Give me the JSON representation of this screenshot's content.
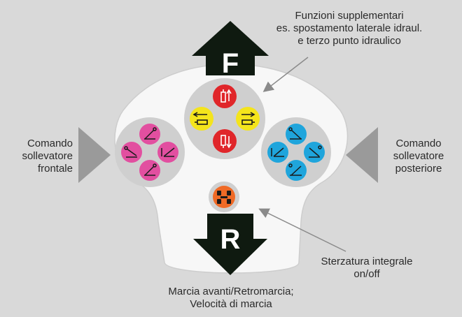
{
  "labels": {
    "front_hitch": [
      "Comando",
      "sollevatore",
      "frontale"
    ],
    "rear_hitch": [
      "Comando",
      "sollevatore",
      "posteriore"
    ],
    "auxiliary": [
      "Funzioni supplementari",
      "es. spostamento laterale idraul.",
      "e terzo punto idraulico"
    ],
    "all_wheel_steering": [
      "Sterzatura integrale",
      "on/off"
    ],
    "direction": [
      "Marcia avanti/Retromarcia;",
      "Velocità di marcia"
    ]
  },
  "arrows": {
    "forward_letter": "F",
    "reverse_letter": "R"
  },
  "colors": {
    "background": "#d9d9d9",
    "panel": "#f7f7f7",
    "pad": "#cfcfcf",
    "arrow": "#0f1a10",
    "hydraulic_red": "#e0262a",
    "hydraulic_yellow": "#f4e41c",
    "front_magenta": "#e24fa0",
    "rear_cyan": "#1fa5dc",
    "steering_orange": "#f06a26",
    "side_triangle": "#9a9a9a"
  },
  "icons": {
    "top_buttons": [
      "cylinder-up-icon",
      "cylinder-left-icon",
      "cylinder-right-icon",
      "cylinder-down-icon"
    ],
    "front_buttons": [
      "lift-raise-icon",
      "lift-lower-icon",
      "float-icon",
      "depth-icon"
    ],
    "rear_buttons": [
      "lift-raise-icon",
      "lift-lower-icon",
      "float-icon",
      "depth-icon"
    ],
    "steering_button": "four-wheel-steering-icon"
  }
}
